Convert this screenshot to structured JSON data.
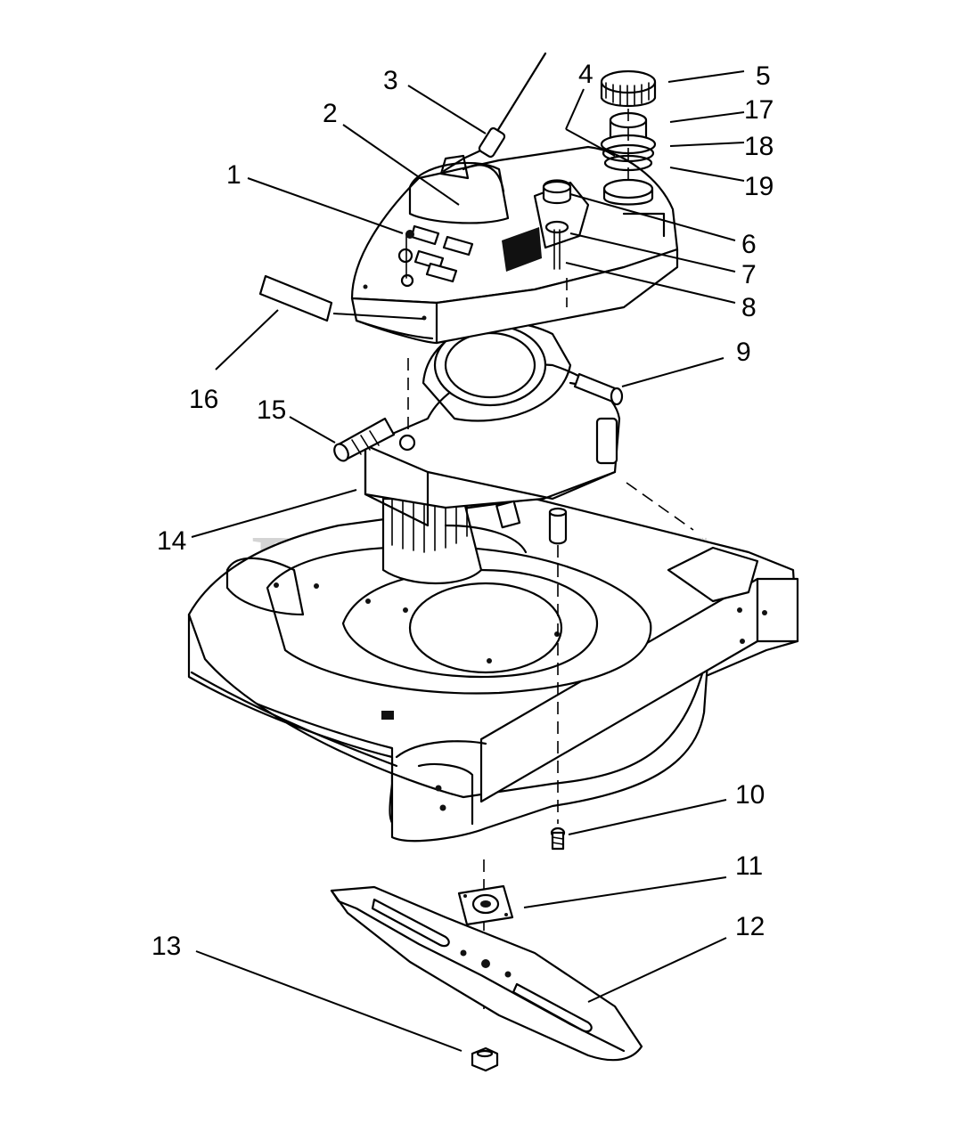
{
  "watermark": {
    "text": "PartsTree",
    "mark": "™"
  },
  "callouts": [
    {
      "id": "1",
      "label": "1"
    },
    {
      "id": "2",
      "label": "2"
    },
    {
      "id": "3",
      "label": "3"
    },
    {
      "id": "4",
      "label": "4"
    },
    {
      "id": "5",
      "label": "5"
    },
    {
      "id": "6",
      "label": "6"
    },
    {
      "id": "7",
      "label": "7"
    },
    {
      "id": "8",
      "label": "8"
    },
    {
      "id": "9",
      "label": "9"
    },
    {
      "id": "10",
      "label": "10"
    },
    {
      "id": "11",
      "label": "11"
    },
    {
      "id": "12",
      "label": "12"
    },
    {
      "id": "13",
      "label": "13"
    },
    {
      "id": "14",
      "label": "14"
    },
    {
      "id": "15",
      "label": "15"
    },
    {
      "id": "16",
      "label": "16"
    },
    {
      "id": "17",
      "label": "17"
    },
    {
      "id": "18",
      "label": "18"
    },
    {
      "id": "19",
      "label": "19"
    }
  ]
}
